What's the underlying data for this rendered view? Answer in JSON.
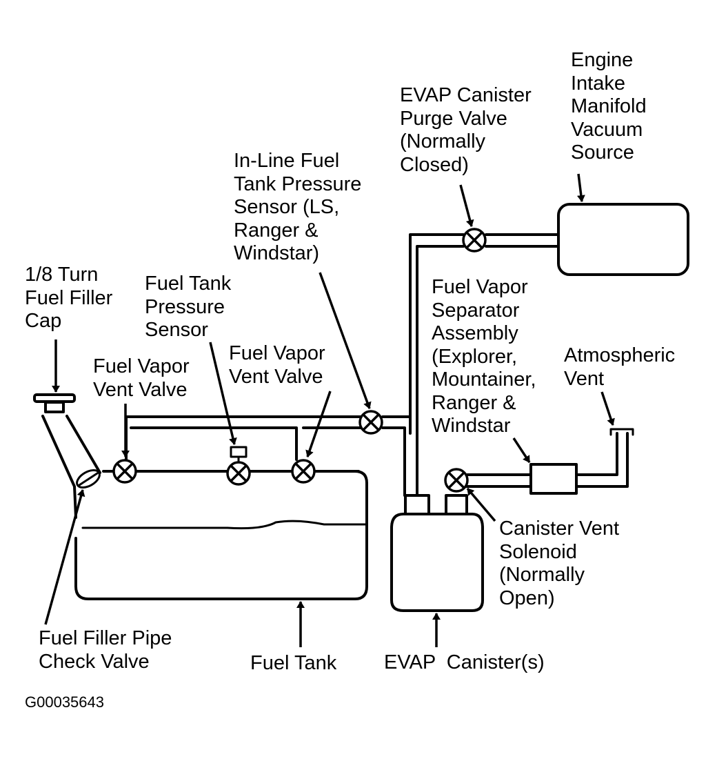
{
  "diagram": {
    "title": "EVAP System Schematic",
    "figure_code": "G00035643",
    "labels": {
      "engine_vacuum": [
        "Engine",
        "Intake",
        "Manifold",
        "Vacuum",
        "Source"
      ],
      "purge_valve": [
        "EVAP Canister",
        "Purge Valve",
        "(Normally",
        "Closed)"
      ],
      "inline_sensor": [
        "In-Line Fuel",
        "Tank Pressure",
        "Sensor (LS,",
        "Ranger &",
        "Windstar)"
      ],
      "filler_cap": [
        "1/8 Turn",
        "Fuel Filler",
        "Cap"
      ],
      "tank_pressure_sensor": [
        "Fuel Tank",
        "Pressure",
        "Sensor"
      ],
      "vent_valve_1": [
        "Fuel Vapor",
        "Vent Valve"
      ],
      "vent_valve_2": [
        "Fuel Vapor",
        "Vent Valve"
      ],
      "vapor_separator": [
        "Fuel Vapor",
        "Separator",
        "Assembly",
        "(Explorer,",
        "Mountainer,",
        "Ranger &",
        "Windstar"
      ],
      "atmospheric_vent": [
        "Atmospheric",
        "Vent"
      ],
      "canister_vent_solenoid": [
        "Canister Vent",
        "Solenoid",
        "(Normally",
        "Open)"
      ],
      "filler_check_valve": [
        "Fuel Filler Pipe",
        "Check Valve"
      ],
      "fuel_tank": [
        "Fuel Tank"
      ],
      "evap_canister": [
        "EVAP  Canister(s)"
      ]
    }
  }
}
